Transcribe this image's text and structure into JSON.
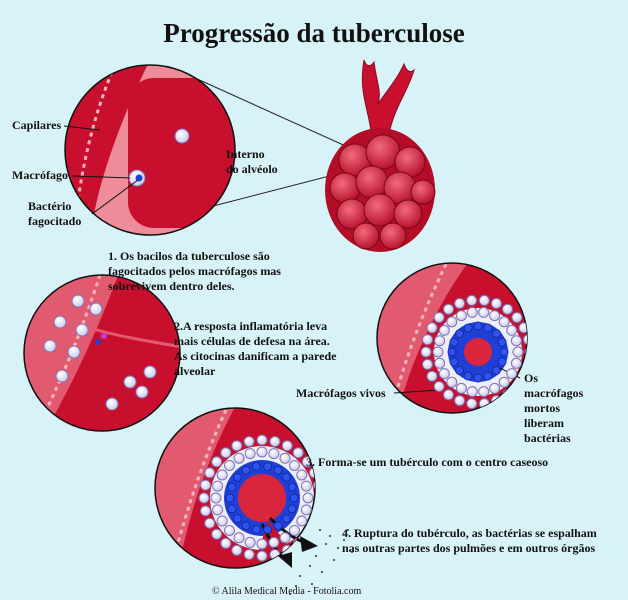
{
  "title": "Progressão da tuberculose",
  "labels": {
    "capilares": "Capilares",
    "macrofago": "Macrófago",
    "bacterio": "Bactério\nfagocitado",
    "interno": "Interno\ndo alvéolo",
    "macrofagos_vivos": "Macrófagos vivos",
    "macrofagos_mortos": "Os\nmacrófagos\nmortos\nliberam\nbactérias"
  },
  "steps": {
    "step1": "1. Os bacilos da tuberculose  são\nfagocitados pelos macrófagos mas\nsobrevivem dentro deles.",
    "step2": "2.A resposta inflamatória leva\nmais células de defesa na área.\nAs citocinas danificam a parede\nalveolar",
    "step3": "3. Forma-se um tubérculo com o centro caseoso",
    "step4": "4. Ruptura do tubérculo, as bactérias se espalham\nnas outras partes dos pulmões e em outros órgãos"
  },
  "credit": "© Alila Medical Media - Fotolia.com",
  "colors": {
    "background": "#d8f3f8",
    "tissue": "#c8102e",
    "tissue_light": "#e25a6f",
    "macrophage": "#f2f2ff",
    "bacteria_blue": "#1f3fd6",
    "caseous": "#d9263d"
  }
}
